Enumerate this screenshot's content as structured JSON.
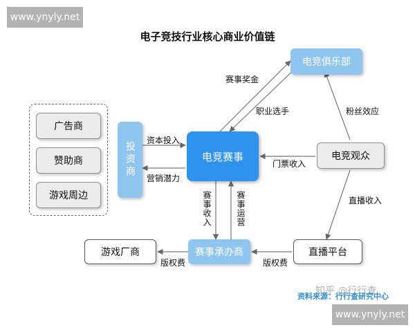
{
  "watermarks": {
    "top": "www.ynyly.net",
    "bottom": "www.ynyly.net"
  },
  "title": "电子竞技行业核心商业价值链",
  "nodes": {
    "ad": "广告商",
    "sponsor": "赞助商",
    "peripheral": "游戏周边",
    "investor": "投资商",
    "event": "电竞赛事",
    "club": "电竞俱乐部",
    "audience": "电竞观众",
    "organizer": "赛事承办商",
    "game_maker": "游戏厂商",
    "stream_platform": "直播平台"
  },
  "edge_labels": {
    "prize": "赛事奖金",
    "pro_players": "职业选手",
    "fan_effect": "粉丝效应",
    "capital_in": "资本投入",
    "marketing": "营销潜力",
    "tickets": "门票收入",
    "event_revenue": "赛事收入",
    "event_ops": "赛事运营",
    "stream_revenue": "直播收入",
    "copyright_fee_left": "版权费",
    "copyright_fee_right": "版权费"
  },
  "footer": {
    "zhihu": "知乎 @行行查",
    "source": "资料来源：行行查研究中心"
  },
  "colors": {
    "primary_blue": "#2f92ec",
    "light_blue": "#8fc6ef",
    "gray_box": "#ececec"
  }
}
